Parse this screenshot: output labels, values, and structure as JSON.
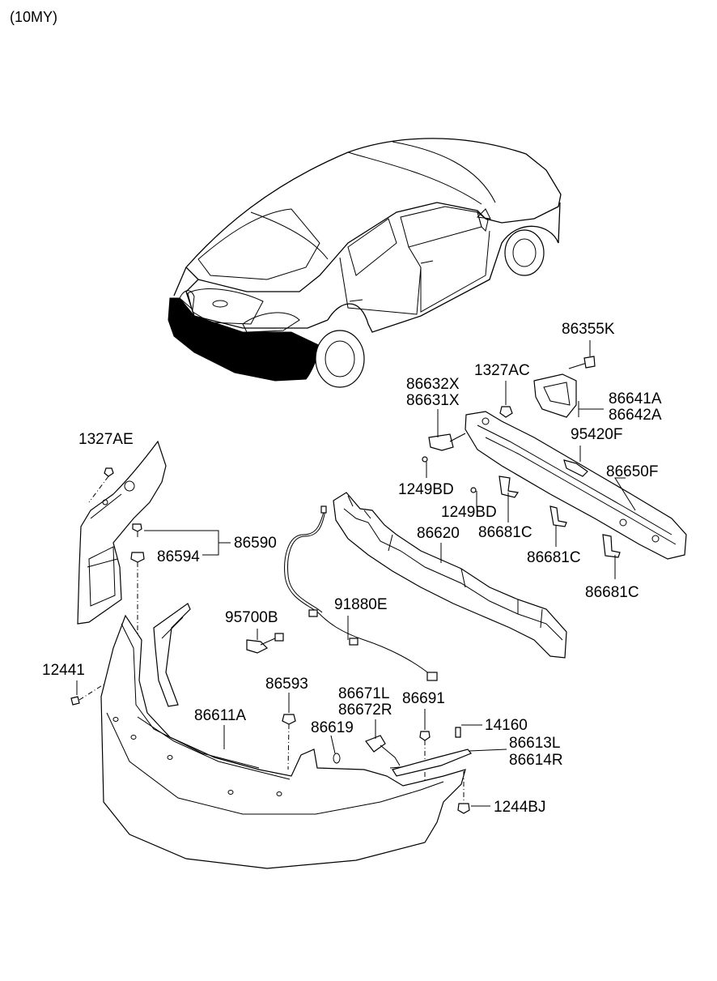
{
  "caption": "(10MY)",
  "labels": {
    "p86355K": "86355K",
    "p1327AC": "1327AC",
    "p86632X": "86632X",
    "p86631X": "86631X",
    "p86641A": "86641A",
    "p86642A": "86642A",
    "p95420F": "95420F",
    "p1327AE": "1327AE",
    "p86650F": "86650F",
    "p1249BD_a": "1249BD",
    "p1249BD_b": "1249BD",
    "p86620": "86620",
    "p86681C_a": "86681C",
    "p86681C_b": "86681C",
    "p86681C_c": "86681C",
    "p86590": "86590",
    "p86594": "86594",
    "p95700B": "95700B",
    "p91880E": "91880E",
    "p12441": "12441",
    "p86593": "86593",
    "p86671L": "86671L",
    "p86672R": "86672R",
    "p86691": "86691",
    "p86611A": "86611A",
    "p86619": "86619",
    "p14160": "14160",
    "p86613L": "86613L",
    "p86614R": "86614R",
    "p1244BJ": "1244BJ"
  }
}
